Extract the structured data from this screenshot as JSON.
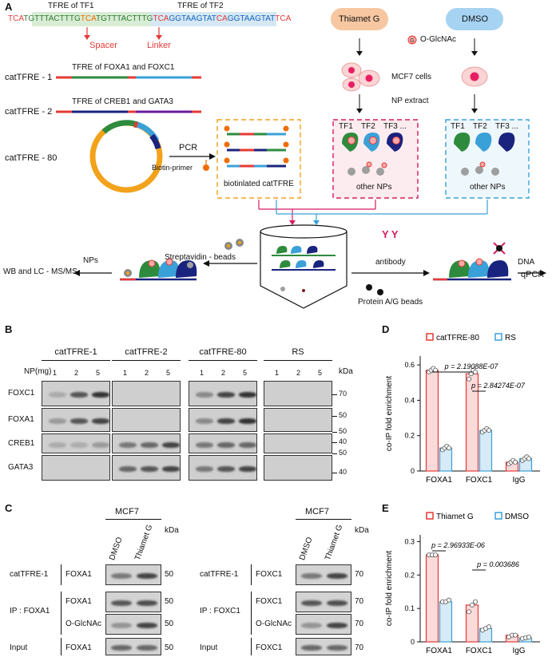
{
  "panelA": {
    "label": "A",
    "tfre1": "TFRE of TF1",
    "tfre2": "TFRE of TF2",
    "seq_parts": [
      "TCA",
      "TGTTTACTTTG",
      "TCA",
      "TGTTTACTTTG",
      "TCA",
      "GGTAAGTAT",
      "CA",
      "GGTAAGTAT",
      "TCA"
    ],
    "spacer": "Spacer",
    "linker": "Linker",
    "cat1": "catTFRE - 1",
    "cat1_desc": "TFRE of FOXA1 and FOXC1",
    "cat2": "catTFRE - 2",
    "cat2_desc": "TFRE of CREB1 and GATA3",
    "cat80": "catTFRE - 80",
    "thiamet": "Thiamet G",
    "dmso": "DMSO",
    "oglcnac": "O-GlcNAc",
    "g": "G",
    "mcf7cells": "MCF7 cells",
    "np_extract": "NP extract",
    "pcr": "PCR",
    "biotin_primer": "Biotin-primer",
    "biotinlated": "biotinlated catTFRE",
    "tf1": "TF1",
    "tf2": "TF2",
    "tf3": "TF3 ...",
    "other_nps": "other NPs",
    "strep": "Streptavidin - beads",
    "nps": "NPs",
    "wb": "WB and LC - MS/MS",
    "antibody": "antibody",
    "protein_ag": "Protein A/G beads",
    "dna": "DNA",
    "qpcr": "qPCR"
  },
  "panelB": {
    "label": "B",
    "groups": [
      "catTFRE-1",
      "catTFRE-2",
      "catTFRE-80",
      "RS"
    ],
    "np_label": "NP(mg)",
    "lanes": [
      "1",
      "2",
      "5"
    ],
    "kda": "kDa",
    "rows": [
      "FOXC1",
      "FOXA1",
      "CREB1",
      "GATA3"
    ],
    "markers": [
      "70",
      "50",
      "50",
      "40",
      "50",
      "40"
    ]
  },
  "panelC": {
    "label": "C",
    "mcf7": "MCF7",
    "cols": [
      "DMSO",
      "Thiamet G"
    ],
    "kda": "kDa",
    "left_rows": [
      {
        "group": "catTFRE-1",
        "name": "FOXA1",
        "marker": "50"
      },
      {
        "group": "IP : FOXA1",
        "name": "FOXA1",
        "marker": "50"
      },
      {
        "group": "",
        "name": "O-GlcNAc",
        "marker": "50"
      },
      {
        "group": "Input",
        "name": "FOXA1",
        "marker": "50"
      }
    ],
    "right_rows": [
      {
        "group": "catTFRE-1",
        "name": "FOXC1",
        "marker": "70"
      },
      {
        "group": "IP : FOXC1",
        "name": "FOXC1",
        "marker": "70"
      },
      {
        "group": "",
        "name": "O-GlcNAc",
        "marker": "70"
      },
      {
        "group": "Input",
        "name": "FOXC1",
        "marker": "70"
      }
    ]
  },
  "chart_data": [
    {
      "panel": "D",
      "type": "bar",
      "ylabel": "co-IP fold enrichment",
      "categories": [
        "FOXA1",
        "FOXC1",
        "IgG"
      ],
      "ylim": [
        0,
        0.65
      ],
      "yticks": [
        "0",
        "0.2",
        "0.4",
        "0.6"
      ],
      "series": [
        {
          "name": "catTFRE-80",
          "color": "#e53935",
          "fill": "#fbdada",
          "values": [
            0.57,
            0.55,
            0.05
          ],
          "points": [
            [
              0.56,
              0.57,
              0.58,
              0.57
            ],
            [
              0.52,
              0.55,
              0.57,
              0.56
            ],
            [
              0.04,
              0.05,
              0.06,
              0.05
            ]
          ]
        },
        {
          "name": "RS",
          "color": "#3aa0d8",
          "fill": "#d6ebf7",
          "values": [
            0.13,
            0.23,
            0.07
          ],
          "points": [
            [
              0.12,
              0.13,
              0.14,
              0.13
            ],
            [
              0.22,
              0.23,
              0.24,
              0.23
            ],
            [
              0.06,
              0.07,
              0.08,
              0.07
            ]
          ]
        }
      ],
      "pvalues": [
        {
          "text": "p = 2.19088E-07"
        },
        {
          "text": "p = 2.84274E-07"
        }
      ]
    },
    {
      "panel": "E",
      "type": "bar",
      "ylabel": "co-IP fold enrichment",
      "categories": [
        "FOXA1",
        "FOXC1",
        "IgG"
      ],
      "ylim": [
        0,
        0.32
      ],
      "yticks": [
        "0",
        "0.1",
        "0.2",
        "0.3"
      ],
      "series": [
        {
          "name": "Thiamet G",
          "color": "#e53935",
          "fill": "#fbdada",
          "values": [
            0.26,
            0.11,
            0.02
          ],
          "points": [
            [
              0.26,
              0.26,
              0.26
            ],
            [
              0.09,
              0.11,
              0.12
            ],
            [
              0.015,
              0.02,
              0.02
            ]
          ]
        },
        {
          "name": "DMSO",
          "color": "#3aa0d8",
          "fill": "#d6ebf7",
          "values": [
            0.12,
            0.04,
            0.012
          ],
          "points": [
            [
              0.12,
              0.12,
              0.125
            ],
            [
              0.035,
              0.04,
              0.045
            ],
            [
              0.01,
              0.012,
              0.014
            ]
          ]
        }
      ],
      "pvalues": [
        {
          "text": "p = 2.96933E-06"
        },
        {
          "text": "p = 0.003686"
        }
      ]
    }
  ]
}
